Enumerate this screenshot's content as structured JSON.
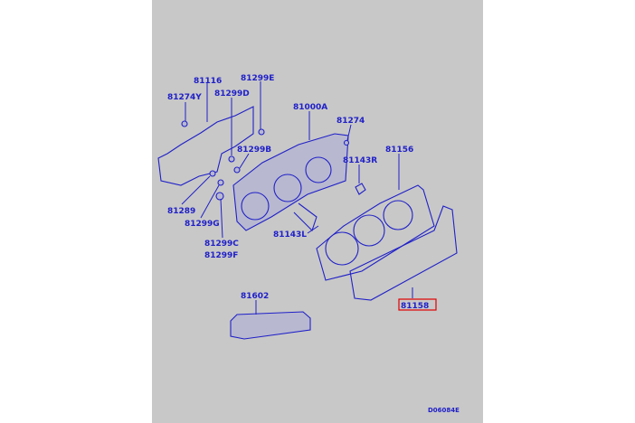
{
  "diagram": {
    "labels": {
      "p81116": "81116",
      "p81299E": "81299E",
      "p81274Y": "81274Y",
      "p81299D": "81299D",
      "p81000A": "81000A",
      "p81274": "81274",
      "p81156": "81156",
      "p81143R": "81143R",
      "p81299B": "81299B",
      "p81289": "81289",
      "p81299G": "81299G",
      "p81143L": "81143L",
      "p81299C": "81299C",
      "p81299F": "81299F",
      "p81602": "81602",
      "p81158": "81158"
    },
    "highlighted_part": "81158",
    "diagram_code": "D06084E",
    "colors": {
      "background": "#c8c8c8",
      "line": "#2020c8",
      "highlight": "#e00000"
    }
  }
}
